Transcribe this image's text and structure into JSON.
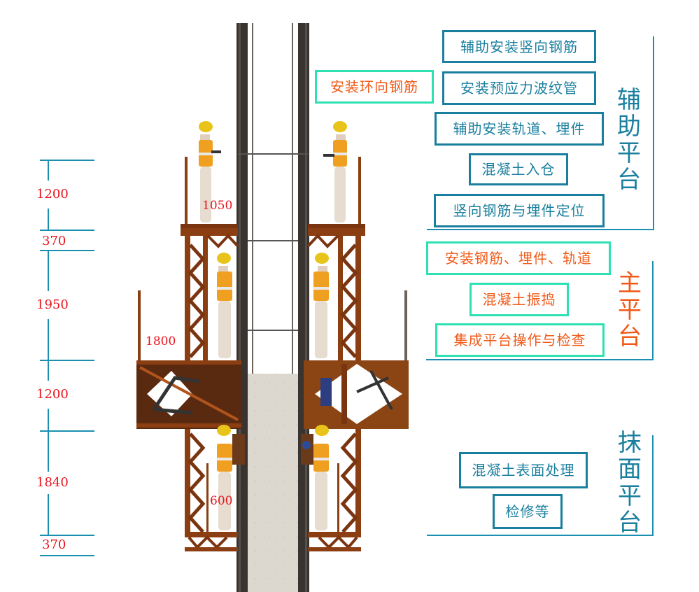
{
  "colors": {
    "structure_blue": "#1a7f9e",
    "accent_orange": "#f05a18",
    "accent_teal_border": "#2ee0b2",
    "dimension_red": "#e8141c",
    "steel_brown": "#8a3e12",
    "rail_dark": "#3a3430",
    "concrete": "#d9d4cc"
  },
  "dimensions": {
    "left_scale": [
      {
        "value": "1200"
      },
      {
        "value": "370"
      },
      {
        "value": "1950"
      },
      {
        "value": "1200"
      },
      {
        "value": "1840"
      },
      {
        "value": "370"
      }
    ],
    "inner": {
      "aux_guardrail": "1050",
      "main_guardrail": "1800",
      "finishing_guardrail": "600"
    }
  },
  "side_task": {
    "label": "安装环向钢筋",
    "style": "orange"
  },
  "groups": [
    {
      "title": "辅助平台",
      "style": "blue",
      "tasks": [
        "辅助安装竖向钢筋",
        "安装预应力波纹管",
        "辅助安装轨道、埋件",
        "混凝土入仓",
        "竖向钢筋与埋件定位"
      ]
    },
    {
      "title": "主平台",
      "style": "orange",
      "tasks": [
        "安装钢筋、埋件、轨道",
        "混凝土振捣",
        "集成平台操作与检查"
      ]
    },
    {
      "title": "抹面平台",
      "style": "blue",
      "tasks": [
        "混凝土表面处理",
        "检修等"
      ]
    }
  ]
}
